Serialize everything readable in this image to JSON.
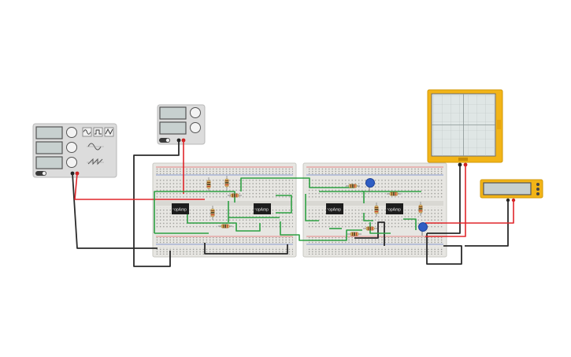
{
  "colors": {
    "background": "#ffffff",
    "breadboard": "#e7e6e2",
    "wire_green": "#2ea043",
    "wire_red": "#e0262b",
    "wire_black": "#2a2a2a",
    "instrument_frame": "#f2b417",
    "device_grey": "#d9d9d9",
    "chip": "#1d1d1d",
    "capacitor": "#2f5ec4"
  },
  "function_generator": {
    "icons": [
      "sine-wave-icon",
      "square-wave-icon",
      "triangle-wave-icon",
      "sawtooth-wave-icon"
    ],
    "power_icon": "power-toggle-icon"
  },
  "power_supply": {
    "icons": [
      "voltage-knob-icon",
      "current-knob-icon"
    ],
    "power_icon": "power-toggle-icon"
  },
  "oscilloscope": {
    "icons": [
      "grid-display-icon"
    ]
  },
  "multimeter": {
    "icons": [
      "mode-knob-icon"
    ]
  },
  "chips": [
    {
      "id": "U1",
      "label": "opAmp"
    },
    {
      "id": "U2",
      "label": "opAmp"
    },
    {
      "id": "U3",
      "label": "opAmp"
    },
    {
      "id": "U4",
      "label": "opAmp"
    }
  ],
  "breadboards": [
    {
      "id": "BB1"
    },
    {
      "id": "BB2"
    }
  ]
}
